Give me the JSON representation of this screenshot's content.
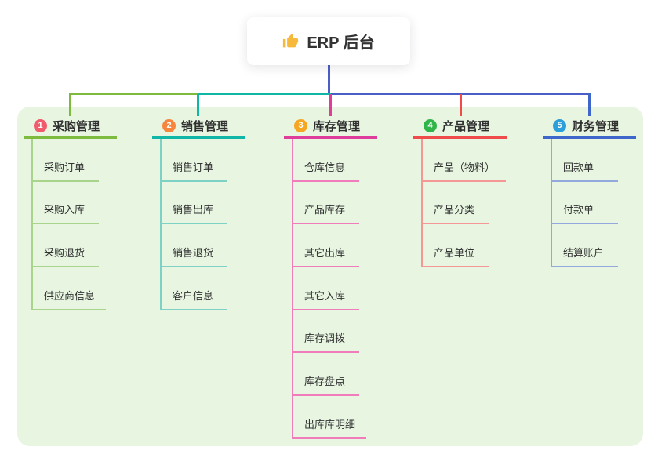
{
  "root": {
    "icon": "thumbs-up",
    "title": "ERP 后台"
  },
  "colors": {
    "canvas": "#ffffff",
    "panel": "#e7f5e1",
    "connector": "#4a5ec7",
    "text": "#333333",
    "thumb_icon": "#f6b93b"
  },
  "branches": [
    {
      "index": "1",
      "title": "采购管理",
      "color": "#7cbb3e",
      "light_color": "#a9d48b",
      "badge_color": "#f15b6c",
      "children": [
        "采购订单",
        "采购入库",
        "采购退货",
        "供应商信息"
      ]
    },
    {
      "index": "2",
      "title": "销售管理",
      "color": "#10b7a6",
      "light_color": "#7dd2c5",
      "badge_color": "#f7853e",
      "children": [
        "销售订单",
        "销售出库",
        "销售退货",
        "客户信息"
      ]
    },
    {
      "index": "3",
      "title": "库存管理",
      "color": "#de3d9b",
      "light_color": "#f07cbb",
      "badge_color": "#f5a623",
      "children": [
        "仓库信息",
        "产品库存",
        "其它出库",
        "其它入库",
        "库存调拨",
        "库存盘点",
        "出库库明细"
      ]
    },
    {
      "index": "4",
      "title": "产品管理",
      "color": "#f04b4b",
      "light_color": "#f49795",
      "badge_color": "#30b54a",
      "children": [
        "产品（物料）",
        "产品分类",
        "产品单位"
      ]
    },
    {
      "index": "5",
      "title": "财务管理",
      "color": "#3f66cb",
      "light_color": "#93a9de",
      "badge_color": "#2b9fd9",
      "children": [
        "回款单",
        "付款单",
        "结算账户"
      ]
    }
  ]
}
